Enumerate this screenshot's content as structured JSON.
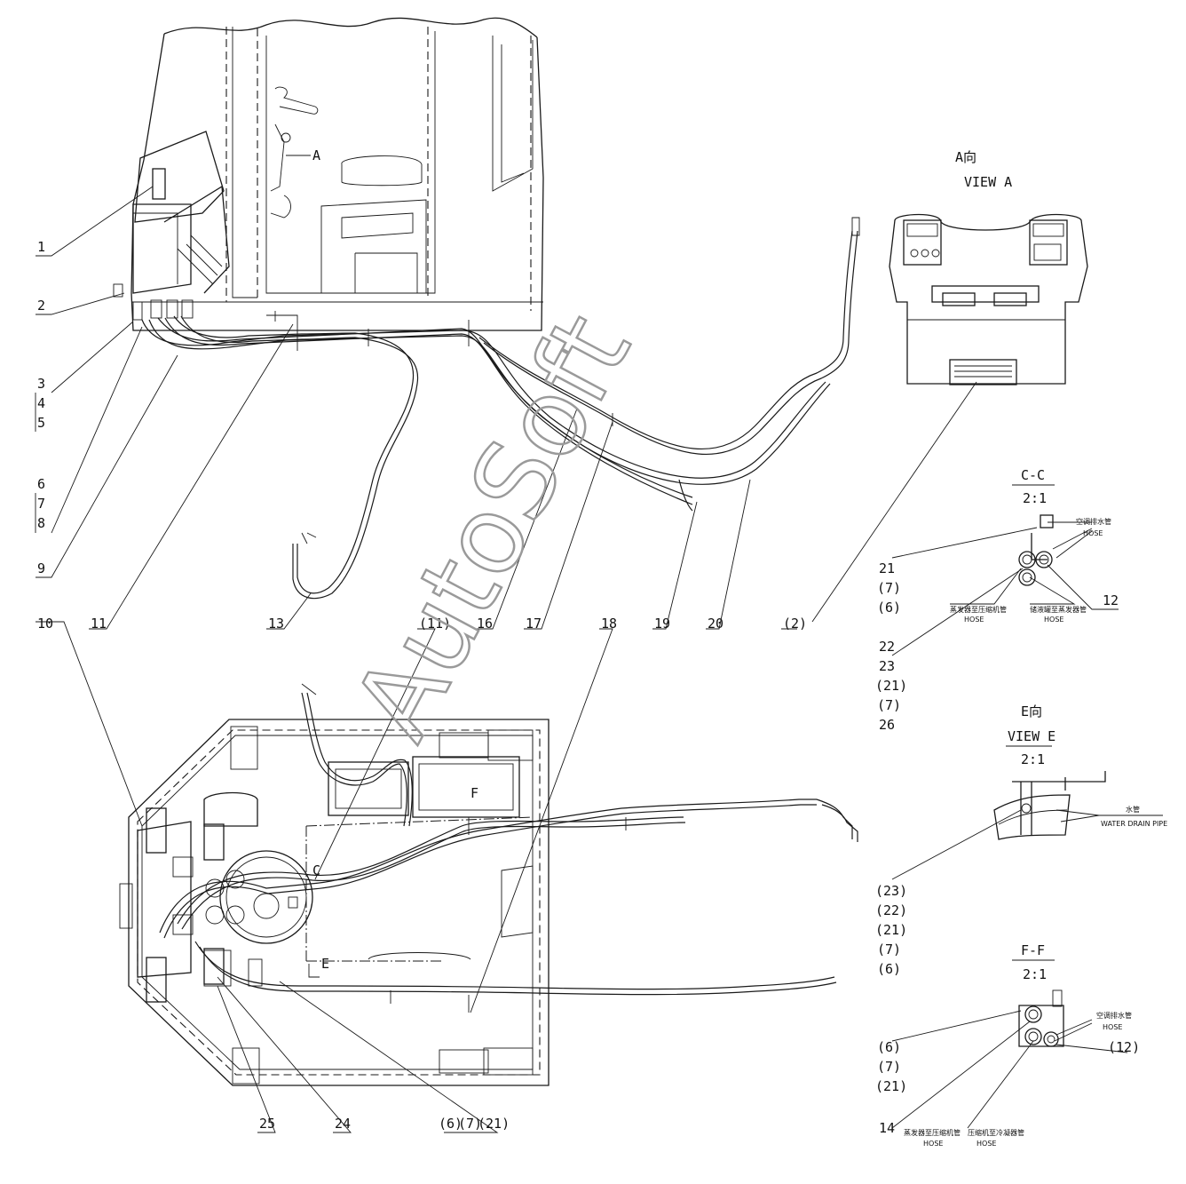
{
  "view_a": {
    "title_cn": "A向",
    "title_en": "VIEW A"
  },
  "section_cc": {
    "title": "C-C",
    "scale": "2:1",
    "notes": [
      "空调排水管",
      "HOSE",
      "蒸发器至压缩机管",
      "HOSE",
      "储液罐至蒸发器管",
      "HOSE"
    ]
  },
  "view_e": {
    "title_cn": "E向",
    "title_en": "VIEW E",
    "scale": "2:1",
    "notes": [
      "水管",
      "WATER DRAIN PIPE"
    ]
  },
  "section_ff": {
    "title": "F-F",
    "scale": "2:1",
    "notes": [
      "空调排水管",
      "HOSE",
      "蒸发器至压缩机管",
      "HOSE",
      "压缩机至冷凝器管",
      "HOSE"
    ]
  },
  "marks": {
    "a": "A",
    "e": "E",
    "c": "C",
    "f": "F"
  },
  "callouts_left": [
    "1",
    "2",
    "3",
    "4",
    "5",
    "6",
    "7",
    "8",
    "9"
  ],
  "callouts_mid_row": [
    "11",
    "13",
    "(11)",
    "16",
    "17",
    "18",
    "19",
    "20",
    "(2)"
  ],
  "callout_10": "10",
  "callouts_cc": [
    "21",
    "(7)",
    "(6)",
    "12",
    "22",
    "23",
    "(21)",
    "(7)",
    "26"
  ],
  "callouts_e": [
    "(23)",
    "(22)",
    "(21)",
    "(7)",
    "(6)"
  ],
  "callouts_ff": [
    "(6)",
    "(7)",
    "(21)",
    "(12)",
    "14"
  ],
  "callouts_bottom": [
    "25",
    "24",
    "(6)",
    "(7)",
    "(21)"
  ],
  "watermark": "AutoSoft"
}
